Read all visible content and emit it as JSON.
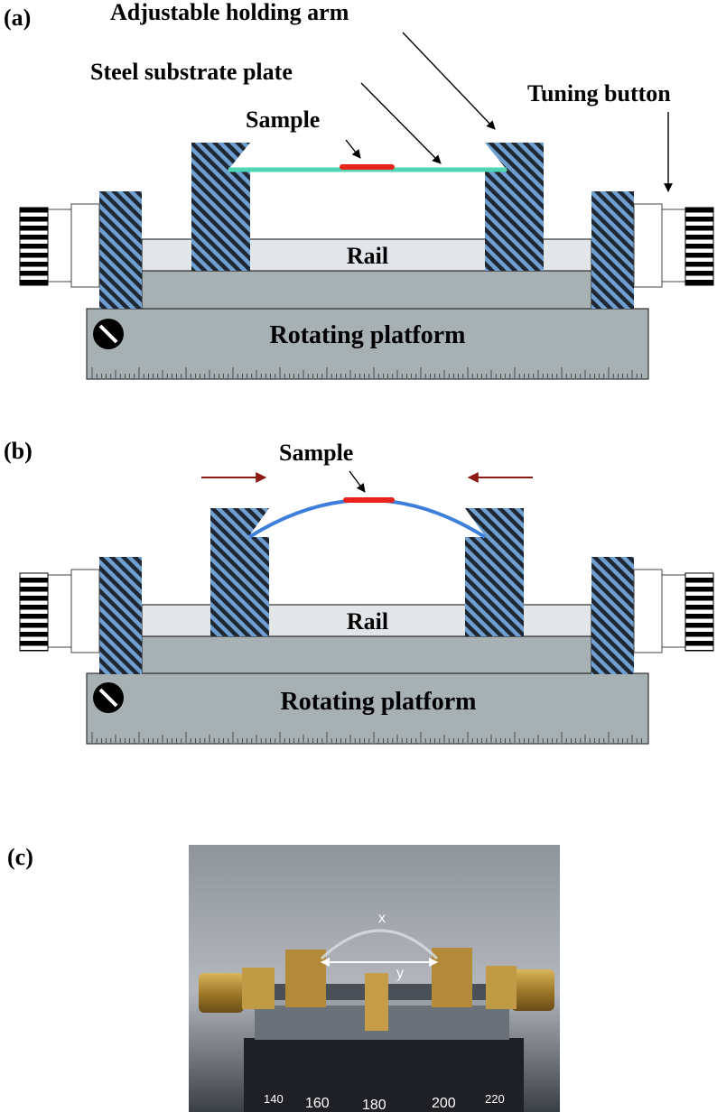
{
  "panels": {
    "a": {
      "label": "(a)",
      "callouts": {
        "arm": "Adjustable holding arm",
        "plate": "Steel substrate plate",
        "sample": "Sample",
        "button": "Tuning button"
      },
      "rail": "Rail",
      "platform": "Rotating platform"
    },
    "b": {
      "label": "(b)",
      "callouts": {
        "sample": "Sample"
      },
      "rail": "Rail",
      "platform": "Rotating platform"
    },
    "c": {
      "label": "(c)",
      "photo": {
        "arc_label": "x",
        "span_label": "y",
        "dial_numbers": [
          "140",
          "160",
          "180",
          "200",
          "220"
        ]
      }
    }
  },
  "colors": {
    "hatch_blue": "#6f9fd0",
    "hatch_dark": "#1f2733",
    "rail": "#e3e6e8",
    "base": "#a7b0b3",
    "flat_plate": "#4fd6b4",
    "bent_plate": "#3f7fdc",
    "sample": "#e8231c",
    "force_arrow": "#8b1a12"
  }
}
